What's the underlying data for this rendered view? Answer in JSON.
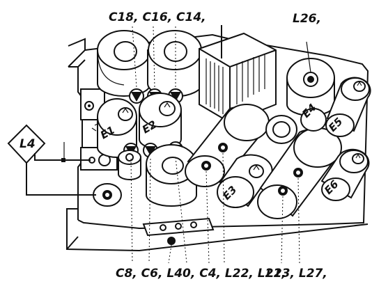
{
  "labels": {
    "top_caps": "C18, C16, C14,",
    "top_l26": "L26,",
    "left_l4": "L4",
    "bottom_left": "C8, C6, L40, C4, L22, L21,",
    "bottom_right": "L23, L27,"
  },
  "tubes": {
    "e1": "E1",
    "e2": "E2",
    "e3": "E3",
    "e4": "E4",
    "e5": "E5",
    "e6": "E6"
  }
}
